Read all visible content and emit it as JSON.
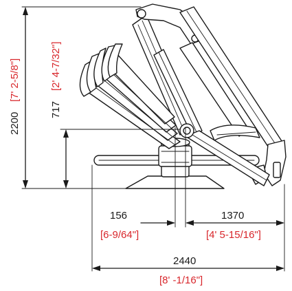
{
  "dimensions": {
    "total_height": {
      "metric": "2200",
      "imperial": "[7' 2-5/8\"]"
    },
    "column_height": {
      "metric": "717",
      "imperial": "[2' 4-7/32\"]"
    },
    "pivot_offset": {
      "metric": "156",
      "imperial": "[6-9/64\"]"
    },
    "reach": {
      "metric": "1370",
      "imperial": "[4' 5-15/16\"]"
    },
    "total_length": {
      "metric": "2440",
      "imperial": "[8' -1/16\"]"
    }
  },
  "colors": {
    "line": "#1a1a1a",
    "imperial_text": "#d8262b",
    "background": "#ffffff"
  }
}
